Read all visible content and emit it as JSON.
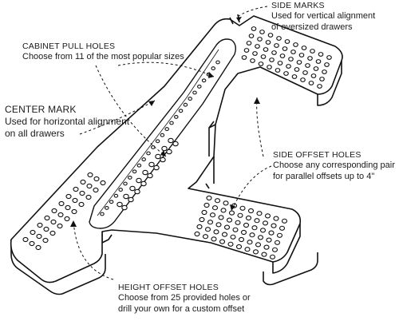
{
  "callouts": {
    "side_marks": {
      "title": "SIDE MARKS",
      "lines": [
        "Used for vertical alignment",
        "of oversized drawers"
      ]
    },
    "cabinet_pull": {
      "title": "CABINET PULL HOLES",
      "lines": [
        "Choose from 11 of the most popular sizes"
      ]
    },
    "center_mark": {
      "title": "CENTER MARK",
      "lines": [
        "Used for horizontal alignment",
        "on all drawers"
      ]
    },
    "side_offset": {
      "title": "SIDE OFFSET HOLES",
      "lines": [
        "Choose any corresponding pair",
        "for parallel offsets up to 4\""
      ]
    },
    "height_offset": {
      "title": "HEIGHT OFFSET HOLES",
      "lines": [
        "Choose from 25 provided holes or",
        "drill your own for a custom offset"
      ]
    }
  }
}
